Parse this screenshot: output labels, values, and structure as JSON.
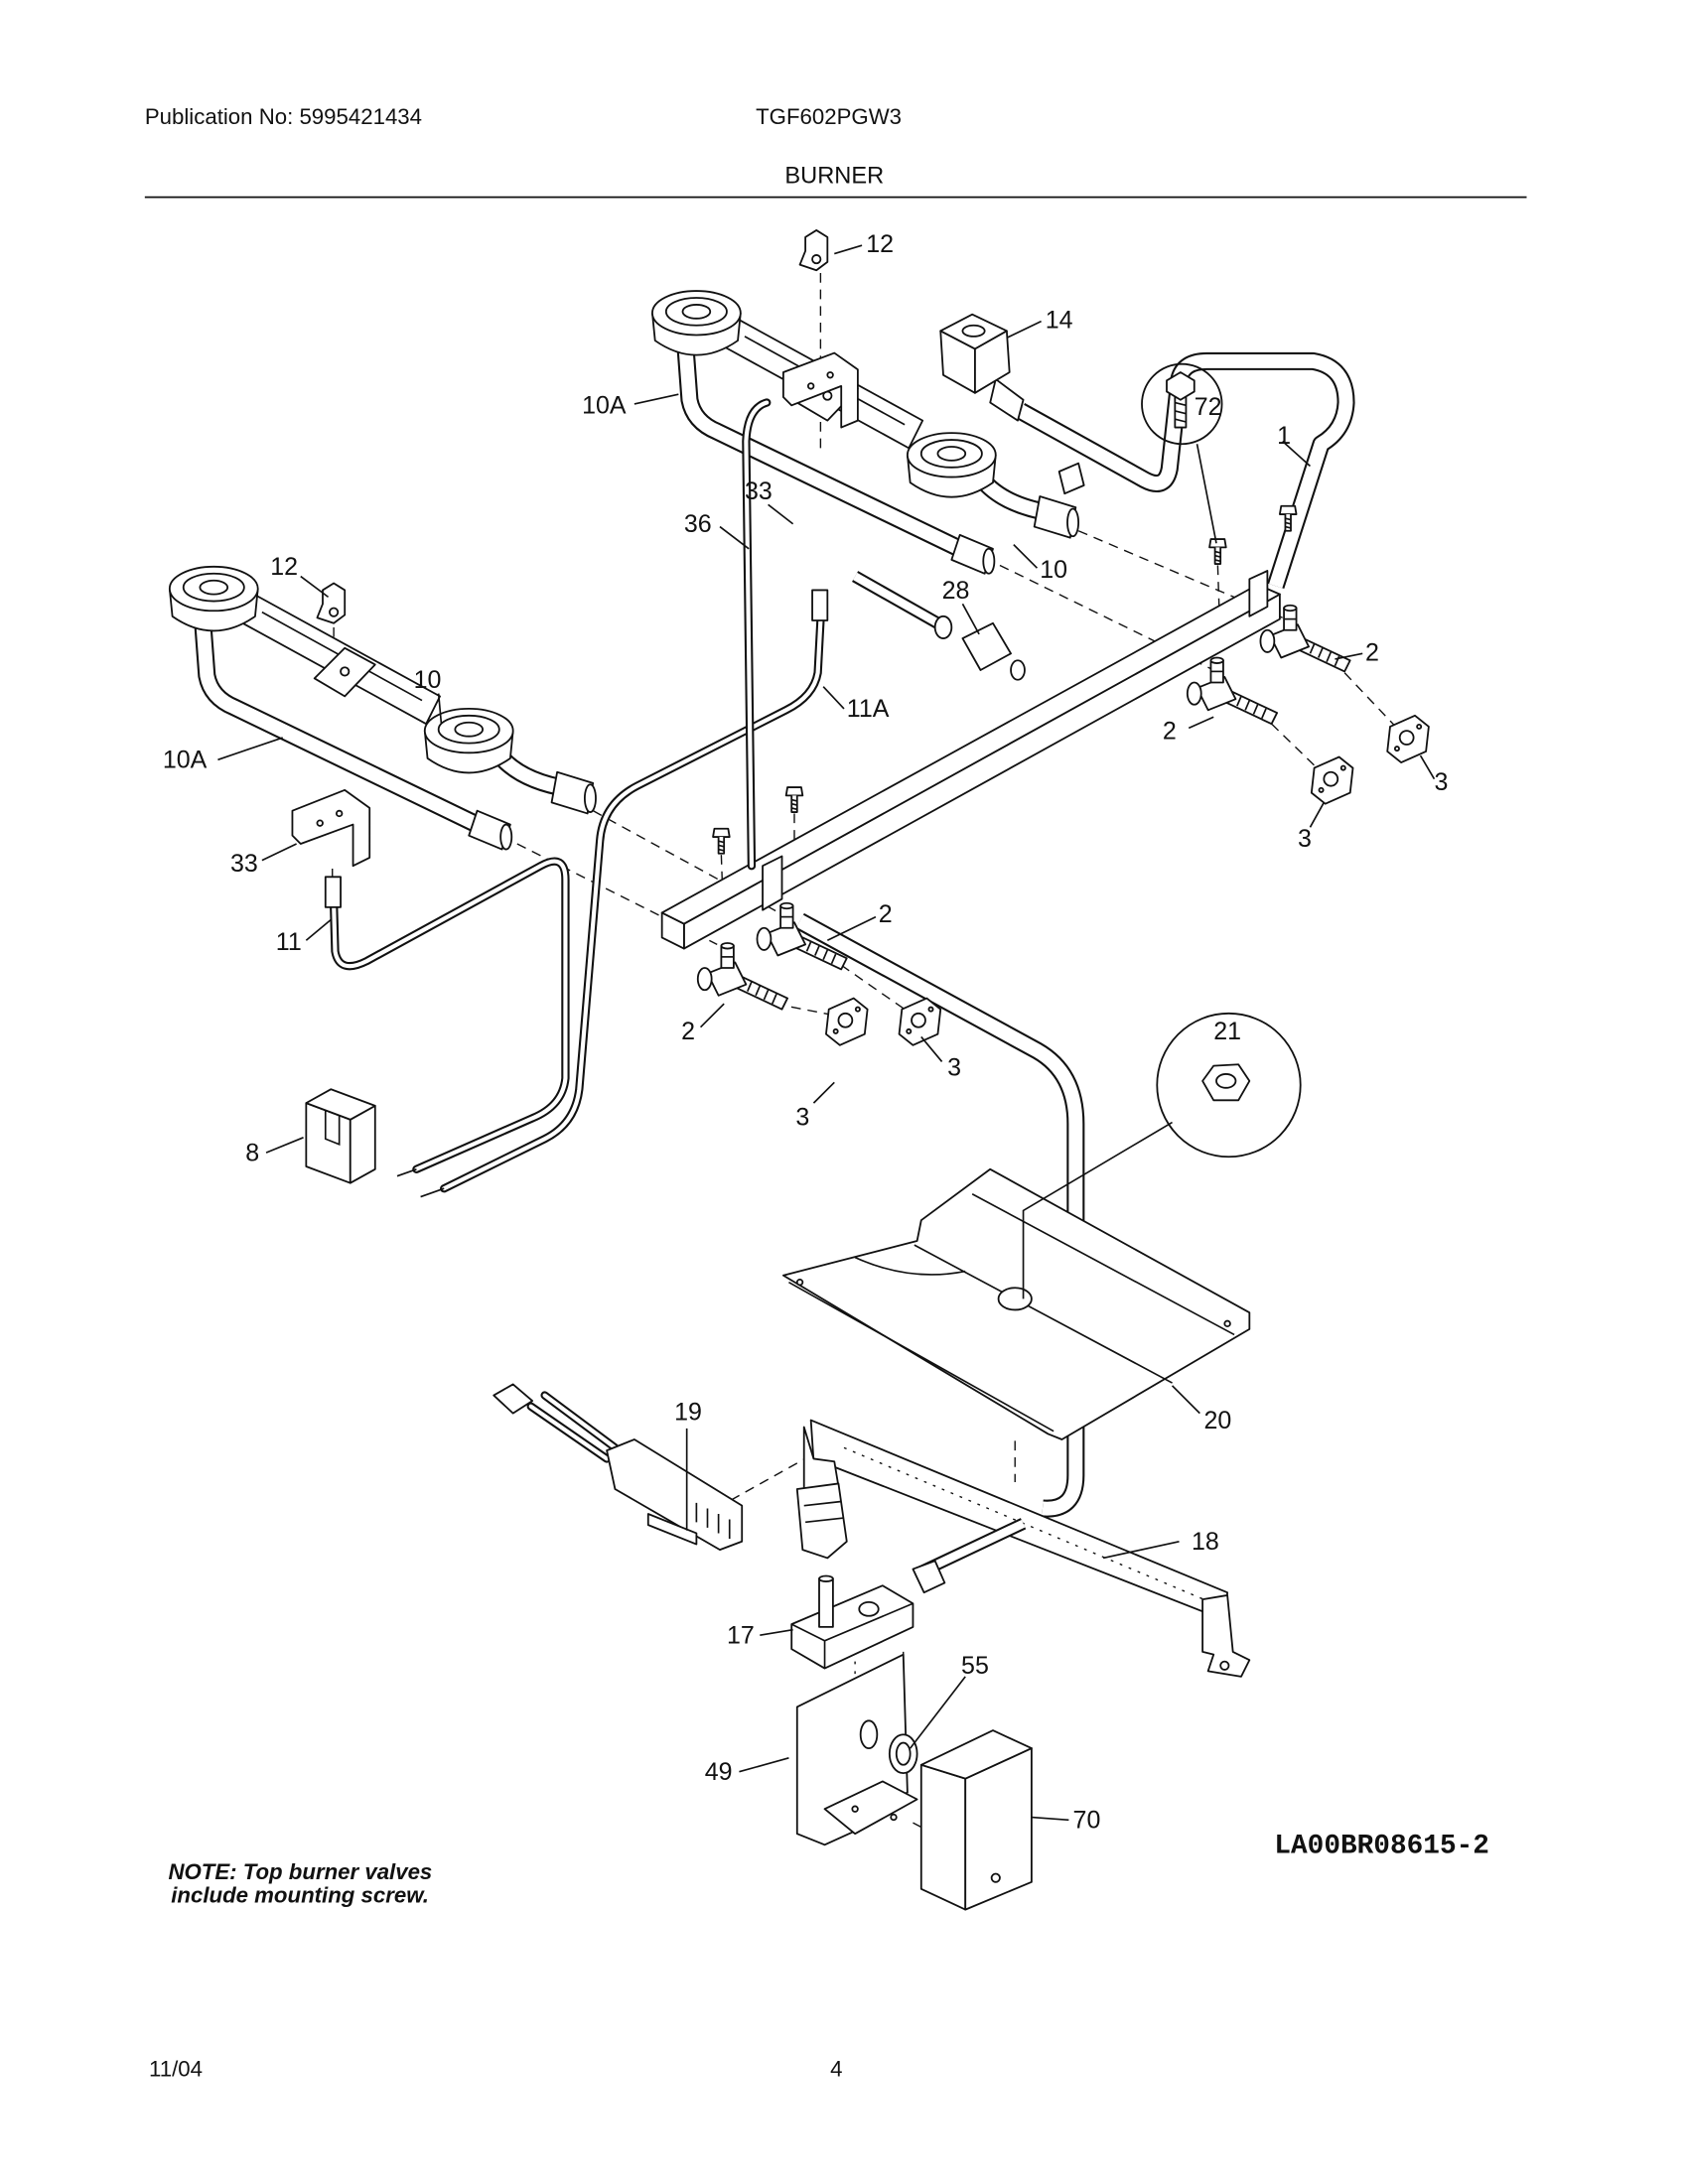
{
  "header": {
    "publication": "Publication No: 5995421434",
    "model": "TGF602PGW3",
    "section_title": "BURNER"
  },
  "callouts": [
    "12",
    "14",
    "72",
    "1",
    "10A",
    "33",
    "36",
    "10",
    "28",
    "12",
    "10",
    "2",
    "11A",
    "2",
    "10A",
    "3",
    "3",
    "33",
    "2",
    "11",
    "2",
    "3",
    "3",
    "21",
    "8",
    "20",
    "19",
    "18",
    "17",
    "55",
    "49",
    "70"
  ],
  "diagram_id": "LA00BR08615-2",
  "note": {
    "line1": "NOTE: Top burner valves",
    "line2": "include mounting screw."
  },
  "footer": {
    "date": "11/04",
    "page": "4"
  }
}
